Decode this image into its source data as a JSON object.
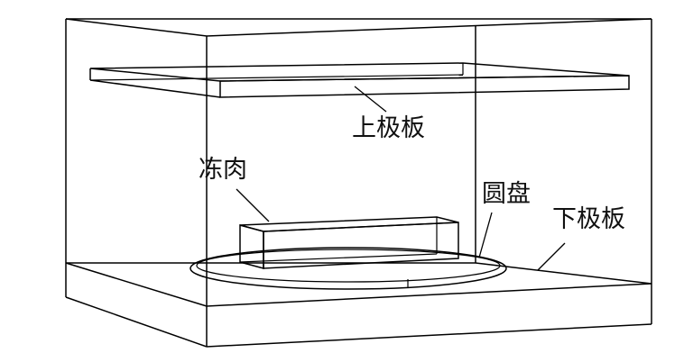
{
  "labels": {
    "upper_plate": "上极板",
    "frozen_meat": "冻肉",
    "disc": "圆盘",
    "lower_plate": "下极板"
  },
  "colors": {
    "line": "#000000",
    "text": "#111111",
    "background": "#ffffff"
  }
}
